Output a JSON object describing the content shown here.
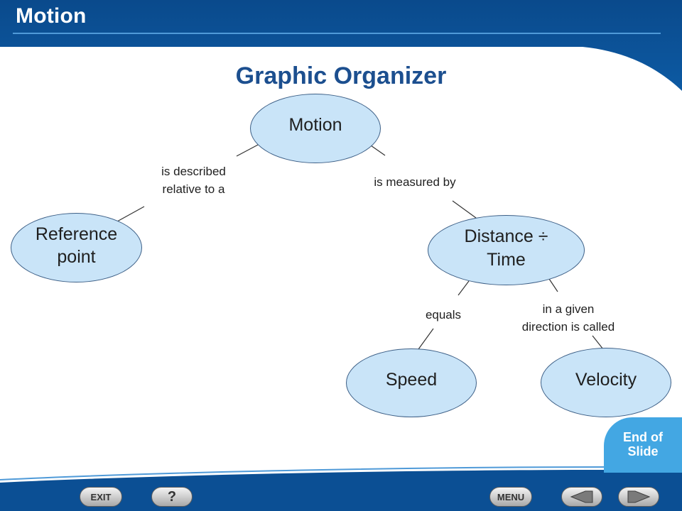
{
  "header": {
    "title": "Motion"
  },
  "slide": {
    "title": "Graphic Organizer"
  },
  "diagram": {
    "nodes": {
      "motion": "Motion",
      "reference_point": [
        "Reference",
        "point"
      ],
      "distance_time": [
        "Distance ÷",
        "Time"
      ],
      "speed": "Speed",
      "velocity": "Velocity"
    },
    "links": {
      "described_relative": [
        "is described",
        "relative to a"
      ],
      "measured_by": "is measured by",
      "equals": "equals",
      "given_direction": [
        "in a given",
        "direction is called"
      ]
    }
  },
  "nav": {
    "end_of_slide": [
      "End of",
      "Slide"
    ],
    "exit_label": "EXIT",
    "help_label": "?",
    "menu_label": "MENU",
    "back_icon": "arrow-left-icon",
    "forward_icon": "arrow-right-icon"
  },
  "colors": {
    "frame_blue": "#0a4f93",
    "title_blue": "#1c4f8f",
    "node_fill": "#c9e4f8",
    "node_stroke": "#3d5f86",
    "end_button": "#43a7e3"
  }
}
